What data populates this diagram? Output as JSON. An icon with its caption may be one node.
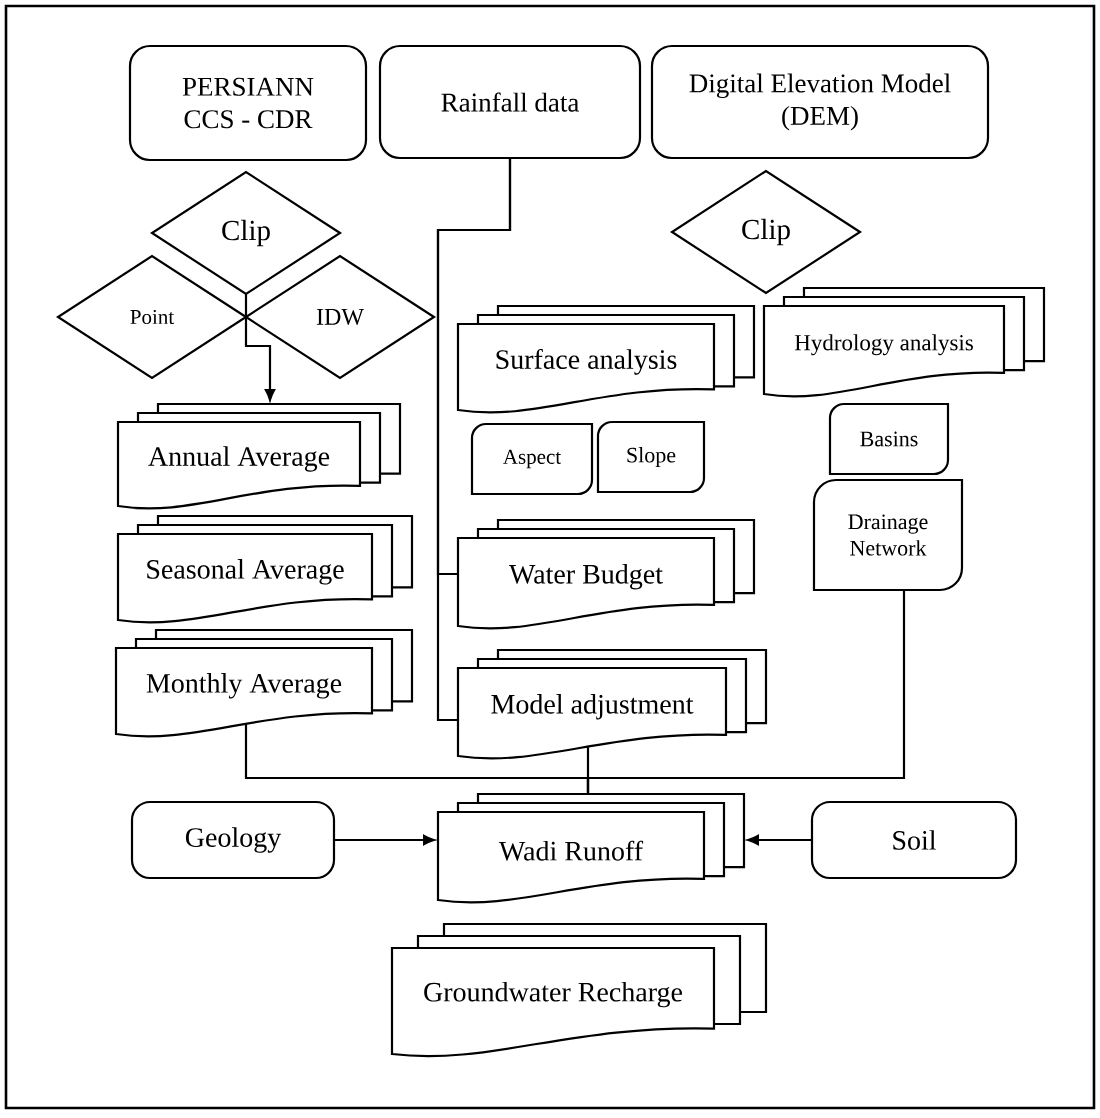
{
  "diagram": {
    "nodes": [
      {
        "text": [
          "PERSIANN CCS - CDR"
        ]
      },
      {
        "text": [
          "Rainfall data"
        ]
      },
      {
        "text": [
          "Digital Elevation Model (DEM)"
        ]
      },
      {
        "text": [
          "Clip"
        ]
      },
      {
        "text": [
          "Clip"
        ]
      },
      {
        "text": [
          "Point"
        ]
      },
      {
        "text": [
          "IDW"
        ]
      },
      {
        "text": [
          "Surface analysis"
        ]
      },
      {
        "text": [
          "Hydrology analysis"
        ]
      },
      {
        "text": [
          "Annual Average"
        ]
      },
      {
        "text": [
          "Aspect"
        ]
      },
      {
        "text": [
          "Slope"
        ]
      },
      {
        "text": [
          "Basins"
        ]
      },
      {
        "text": [
          "Drainage Network"
        ]
      },
      {
        "text": [
          "Seasonal Average"
        ]
      },
      {
        "text": [
          "Water Budget"
        ]
      },
      {
        "text": [
          "Monthly Average"
        ]
      },
      {
        "text": [
          "Model adjustment"
        ]
      },
      {
        "text": [
          "Geology"
        ]
      },
      {
        "text": [
          "Wadi Runoff"
        ]
      },
      {
        "text": [
          "Soil"
        ]
      },
      {
        "text": [
          "Groundwater Recharge"
        ]
      }
    ],
    "edges": [
      {
        "from": 3,
        "to": 9,
        "arrow": "to"
      },
      {
        "from": 1,
        "to": 15,
        "arrow": "none"
      },
      {
        "from": 1,
        "to": 17,
        "arrow": "none"
      },
      {
        "from": 16,
        "to": 19,
        "arrow": "none"
      },
      {
        "from": 17,
        "to": 19,
        "arrow": "none"
      },
      {
        "from": 13,
        "to": 19,
        "arrow": "none"
      },
      {
        "from": 18,
        "to": 19,
        "arrow": "to"
      },
      {
        "from": 20,
        "to": 19,
        "arrow": "to"
      }
    ]
  }
}
